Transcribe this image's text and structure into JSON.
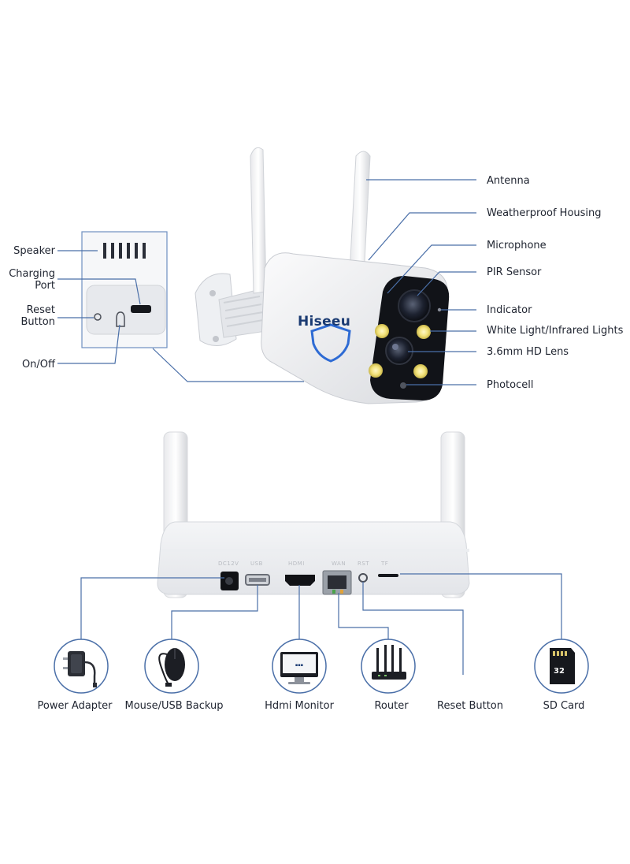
{
  "brand": {
    "name": "Hiseeu"
  },
  "camera": {
    "right_labels": [
      {
        "key": "antenna",
        "text": "Antenna"
      },
      {
        "key": "weatherproof-housing",
        "text": "Weatherproof Housing"
      },
      {
        "key": "microphone",
        "text": "Microphone"
      },
      {
        "key": "pir-sensor",
        "text": "PIR Sensor"
      },
      {
        "key": "indicator",
        "text": "Indicator"
      },
      {
        "key": "white-light-infrared-lights",
        "text": "White Light/Infrared Lights"
      },
      {
        "key": "hd-lens",
        "text": "3.6mm HD Lens"
      },
      {
        "key": "photocell",
        "text": "Photocell"
      }
    ],
    "left_labels": [
      {
        "key": "speaker",
        "text": "Speaker"
      },
      {
        "key": "charging-port",
        "text": "Charging\nPort"
      },
      {
        "key": "reset-button",
        "text": "Reset\nButton"
      },
      {
        "key": "on-off",
        "text": "On/Off"
      }
    ]
  },
  "nvr": {
    "port_labels": [
      "DC12V",
      "USB",
      "HDMI",
      "WAN",
      "RST",
      "TF"
    ],
    "peripherals": [
      {
        "key": "power-adapter",
        "text": "Power Adapter"
      },
      {
        "key": "mouse-usb-backup",
        "text": "Mouse/USB Backup"
      },
      {
        "key": "hdmi-monitor",
        "text": "Hdmi Monitor"
      },
      {
        "key": "router",
        "text": "Router"
      },
      {
        "key": "reset-button",
        "text": "Reset Button"
      },
      {
        "key": "sd-card",
        "text": "SD Card",
        "card_text": "32"
      }
    ]
  },
  "colors": {
    "leader_line": "#4a6fa8",
    "circle_border": "#4a6fa8",
    "brand_blue": "#1a3a72",
    "led_yellow": "#f2e27a"
  }
}
